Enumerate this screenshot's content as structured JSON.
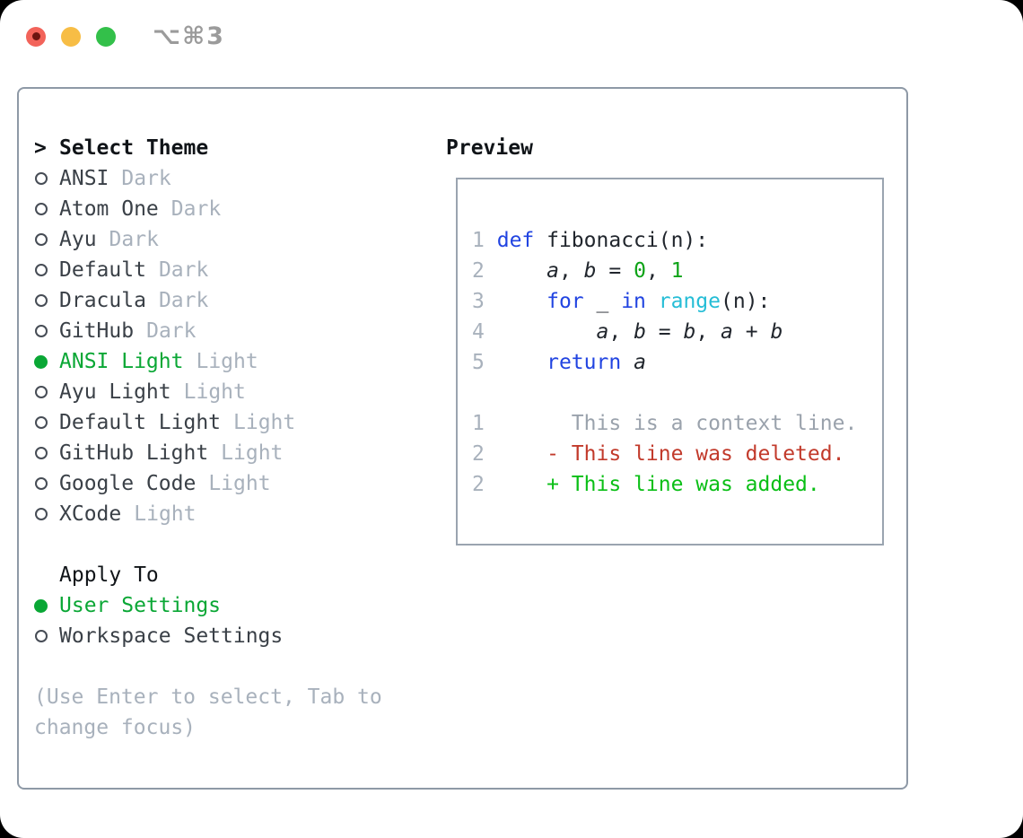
{
  "titlebar": {
    "shortcut": "⌥⌘3"
  },
  "panel": {
    "theme_section": {
      "cursor": ">",
      "header": "Select Theme",
      "items": [
        {
          "name": "ANSI",
          "variant": "Dark",
          "selected": false
        },
        {
          "name": "Atom One",
          "variant": "Dark",
          "selected": false
        },
        {
          "name": "Ayu",
          "variant": "Dark",
          "selected": false
        },
        {
          "name": "Default",
          "variant": "Dark",
          "selected": false
        },
        {
          "name": "Dracula",
          "variant": "Dark",
          "selected": false
        },
        {
          "name": "GitHub",
          "variant": "Dark",
          "selected": false
        },
        {
          "name": "ANSI Light",
          "variant": "Light",
          "selected": true
        },
        {
          "name": "Ayu Light",
          "variant": "Light",
          "selected": false
        },
        {
          "name": "Default Light",
          "variant": "Light",
          "selected": false
        },
        {
          "name": "GitHub Light",
          "variant": "Light",
          "selected": false
        },
        {
          "name": "Google Code",
          "variant": "Light",
          "selected": false
        },
        {
          "name": "XCode",
          "variant": "Light",
          "selected": false
        }
      ]
    },
    "apply_section": {
      "header": "Apply To",
      "items": [
        {
          "name": "User Settings",
          "selected": true
        },
        {
          "name": "Workspace Settings",
          "selected": false
        }
      ]
    },
    "hint": "(Use Enter to select, Tab to change focus)"
  },
  "preview": {
    "header": "Preview",
    "code_lines": [
      {
        "num": "1",
        "tokens": [
          [
            "def",
            "kw"
          ],
          [
            " fibonacci(n):",
            "fg"
          ]
        ]
      },
      {
        "num": "2",
        "tokens": [
          [
            "    ",
            "fg"
          ],
          [
            "a",
            "var"
          ],
          [
            ", ",
            "fg"
          ],
          [
            "b",
            "var"
          ],
          [
            " = ",
            "fg"
          ],
          [
            "0",
            "num"
          ],
          [
            ", ",
            "fg"
          ],
          [
            "1",
            "num"
          ]
        ]
      },
      {
        "num": "3",
        "tokens": [
          [
            "    ",
            "fg"
          ],
          [
            "for",
            "kw"
          ],
          [
            " _ ",
            "fg"
          ],
          [
            "in",
            "kw"
          ],
          [
            " ",
            "fg"
          ],
          [
            "range",
            "fn"
          ],
          [
            "(n):",
            "fg"
          ]
        ]
      },
      {
        "num": "4",
        "tokens": [
          [
            "        ",
            "fg"
          ],
          [
            "a",
            "var"
          ],
          [
            ", ",
            "fg"
          ],
          [
            "b",
            "var"
          ],
          [
            " = ",
            "fg"
          ],
          [
            "b",
            "var"
          ],
          [
            ", ",
            "fg"
          ],
          [
            "a",
            "var"
          ],
          [
            " + ",
            "fg"
          ],
          [
            "b",
            "var"
          ]
        ]
      },
      {
        "num": "5",
        "tokens": [
          [
            "    ",
            "fg"
          ],
          [
            "return",
            "kw"
          ],
          [
            " ",
            "fg"
          ],
          [
            "a",
            "var"
          ]
        ]
      },
      {
        "blank": true
      },
      {
        "num": "1",
        "tokens": [
          [
            "      This is a context line.",
            "ctx"
          ]
        ]
      },
      {
        "num": "2",
        "tokens": [
          [
            "    - This line was deleted.",
            "del"
          ]
        ]
      },
      {
        "num": "2",
        "tokens": [
          [
            "    + This line was added.",
            "add"
          ]
        ]
      }
    ]
  },
  "palette": {
    "border": "#8e99a6",
    "border_light": "#9aa4b0",
    "header": "#101418",
    "dark": "#3a4047",
    "muted": "#a8b1bc",
    "radio": "#464c55",
    "sel": "#0aa735",
    "kw": "#2144e1",
    "fn": "#25bdd6",
    "num": "#0ea317",
    "fg": "#21262d",
    "ctx": "#9aa2ac",
    "del": "#c23a2b",
    "add": "#0abf16",
    "traffic_red": "#f2635a",
    "traffic_red_dot": "#6b1410",
    "traffic_yellow": "#f7bd45",
    "traffic_green": "#33c04a",
    "shortcut": "#9b9b9b"
  }
}
